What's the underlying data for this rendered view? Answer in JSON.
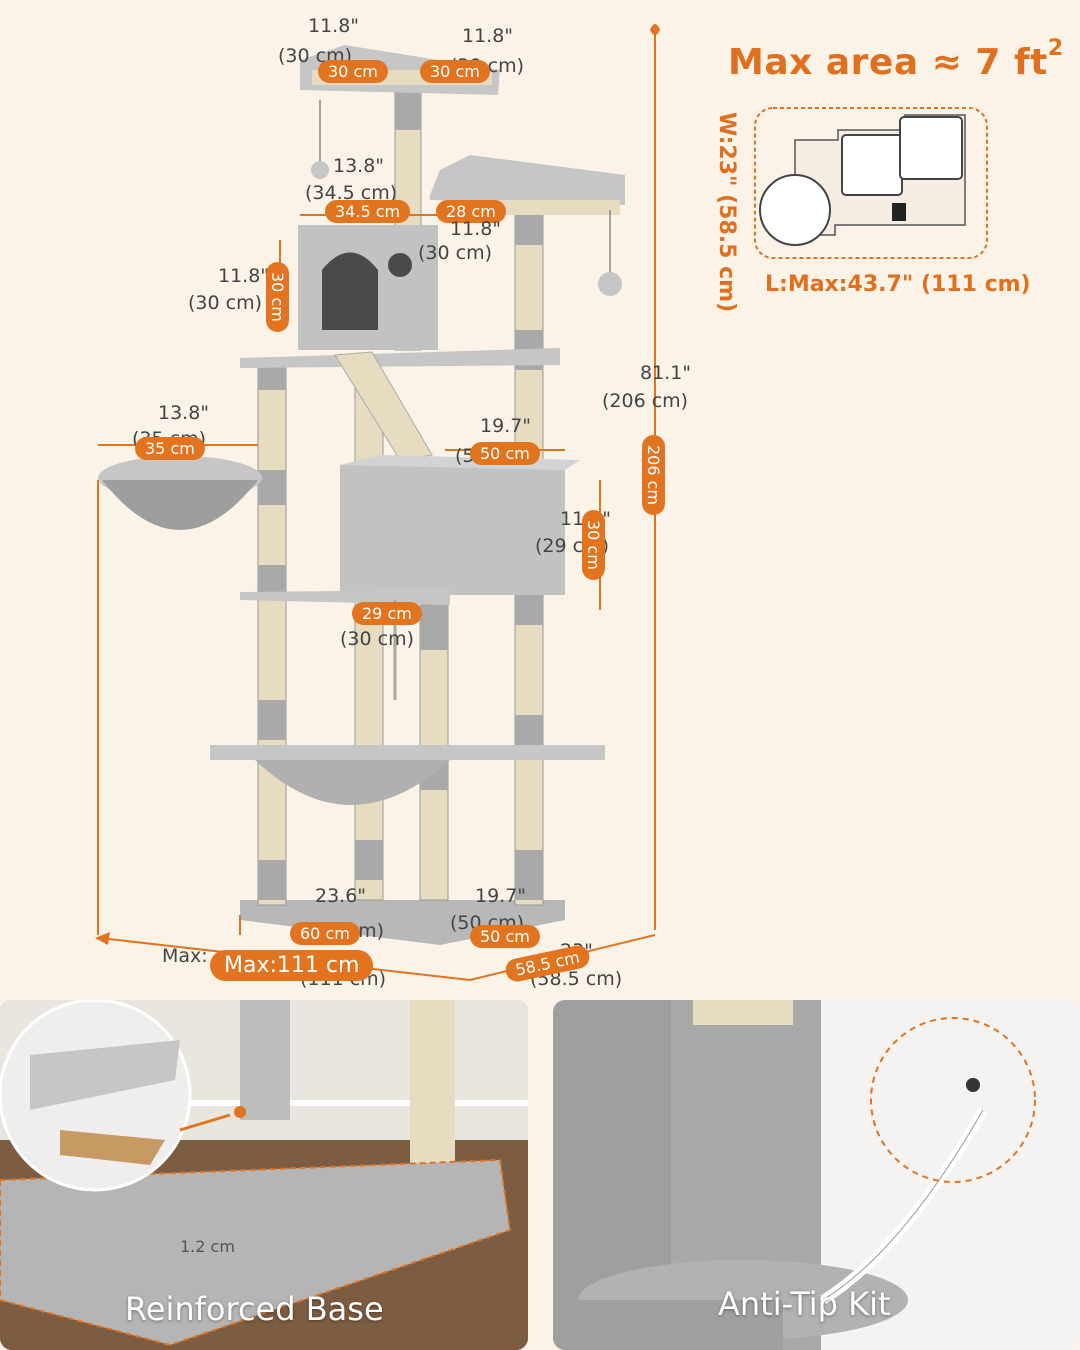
{
  "header": {
    "title": "Max area ≈ 7 ft",
    "title_sup": "2"
  },
  "footprint": {
    "width_label": "W:23\" (58.5 cm)",
    "length_label": "L:Max:43.7\" (111 cm)"
  },
  "dimensions": {
    "top_left": {
      "inch": "11.8\"",
      "cm": "(30 cm)",
      "pill": "30 cm"
    },
    "top_right": {
      "inch": "11.8\"",
      "cm": "(30 cm)",
      "pill": "30 cm"
    },
    "condo_width": {
      "inch": "13.8\"",
      "cm": "(34.5 cm)",
      "pill": "34.5 cm"
    },
    "upper_platform": {
      "inch": "11.8\"",
      "cm": "(30 cm)",
      "pill": "28 cm"
    },
    "condo_height": {
      "inch": "11.8\"",
      "cm": "(30 cm)",
      "pill": "30 cm"
    },
    "basket": {
      "inch": "13.8\"",
      "cm": "(35 cm)",
      "pill": "35 cm"
    },
    "box_width": {
      "inch": "19.7\"",
      "cm": "(50 cm)",
      "pill": "50 cm"
    },
    "box_height": {
      "inch": "11.8\"",
      "cm": "(29 cm)",
      "pill": "30 cm"
    },
    "box_depth": {
      "inch": "",
      "cm": "(30 cm)",
      "pill": "29 cm"
    },
    "total_height": {
      "inch": "81.1\"",
      "cm": "(206 cm)",
      "pill": "206 cm"
    },
    "base_width": {
      "inch": "23.6\"",
      "cm": "(60 cm)",
      "pill": "60 cm"
    },
    "base_depth": {
      "inch": "19.7\"",
      "cm": "(50 cm)",
      "pill": "50 cm"
    },
    "max_length": {
      "inch": "Max:",
      "cm": "(111 cm)",
      "pill": "Max:111 cm"
    },
    "max_depth": {
      "inch": "23\"",
      "cm": "(58.5 cm)",
      "pill": "58.5 cm"
    }
  },
  "panels": {
    "left": {
      "caption": "Reinforced Base",
      "board_label": "1.2 cm"
    },
    "right": {
      "caption": "Anti-Tip Kit"
    }
  },
  "colors": {
    "accent": "#e2731f",
    "plush": "#bdbdbd",
    "sisal": "#e8dcc0",
    "background": "#fbf3e8"
  }
}
